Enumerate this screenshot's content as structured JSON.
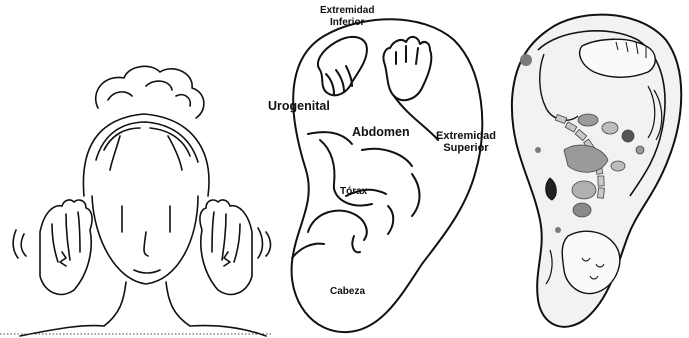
{
  "labels": {
    "extremidad_inferior": "Extremidad\nInferior",
    "urogenital": "Urogenital",
    "abdomen": "Abdomen",
    "extremidad_superior": "Extremidad\nSuperior",
    "torax": "Tórax",
    "cabeza": "Cabeza"
  },
  "colors": {
    "line": "#111111",
    "organ_gray": "#9a9a9a",
    "organ_dark": "#555555",
    "ear_fill": "#f2f2f2"
  }
}
